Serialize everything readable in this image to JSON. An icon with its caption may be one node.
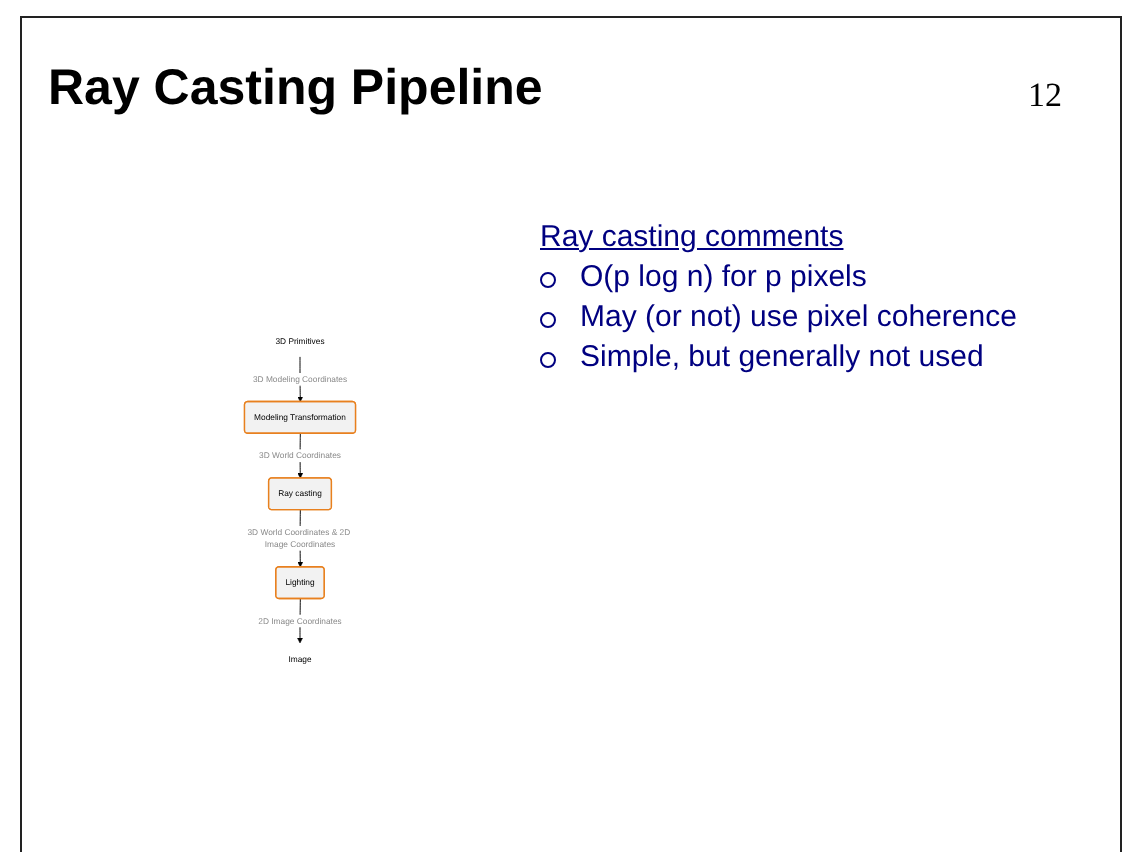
{
  "diagram": {
    "title": "Ray Casting Pipeline",
    "nodes": [
      {
        "text": [
          "3D Primitives"
        ]
      },
      {
        "text": [
          "Modeling Transformation"
        ]
      },
      {
        "text": [
          "Ray casting"
        ]
      },
      {
        "text": [
          "Lighting"
        ]
      },
      {
        "text": [
          "Image"
        ]
      }
    ],
    "edges": [
      {
        "from": 0,
        "to": 1,
        "arrow": "to",
        "label": "3D Modeling Coordinates"
      },
      {
        "from": 1,
        "to": 2,
        "arrow": "to",
        "label": "3D World Coordinates"
      },
      {
        "from": 2,
        "to": 3,
        "arrow": "to",
        "label": "3D World Coordinates & 2D Image Coordinates"
      },
      {
        "from": 3,
        "to": 4,
        "arrow": "to",
        "label": "2D Image Coordinates"
      }
    ],
    "labels": [
      "12",
      "Ray casting comments",
      "O(p log n) for p pixels",
      "May (or not) use pixel coherence",
      "Simple, but generally not used"
    ]
  }
}
